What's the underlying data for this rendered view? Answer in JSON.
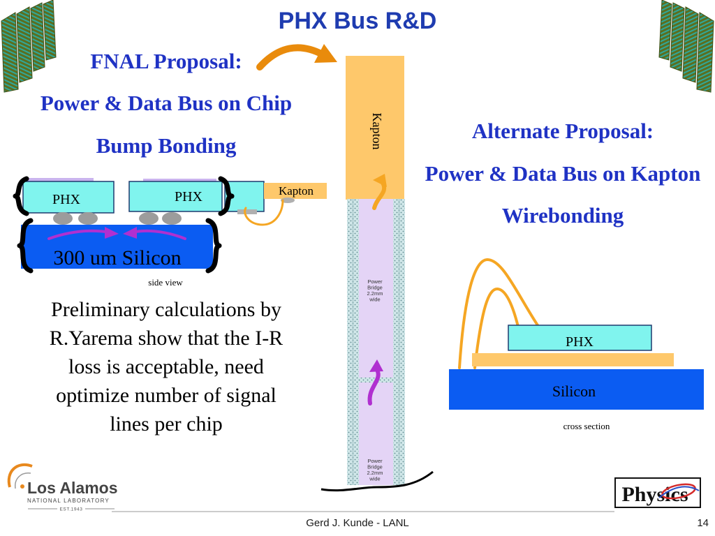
{
  "slide": {
    "title": "PHX Bus R&D",
    "footer_author": "Gerd J. Kunde - LANL",
    "page_number": "14"
  },
  "fnal_proposal": {
    "heading": "FNAL Proposal:",
    "line_1": "Power & Data Bus on Chip",
    "line_2": "Bump Bonding"
  },
  "side_view_diagram": {
    "chip_left_label": "PHX",
    "chip_right_label": "PHX",
    "kapton_label": "Kapton",
    "substrate_label": "300 um Silicon",
    "caption": "side view"
  },
  "notes": {
    "paragraph_lines": [
      "Preliminary calculations by",
      "R.Yarema show that the I-R",
      "loss is acceptable, need",
      "optimize number of signal",
      "lines per chip"
    ]
  },
  "bus_diagram": {
    "kapton_label": "Kapton",
    "bridge_label_upper": [
      "Power",
      "Bridge",
      "2.2mm",
      "wide"
    ],
    "bridge_label_lower": [
      "Power",
      "Bridge",
      "2.2mm",
      "wide"
    ]
  },
  "alternate_proposal": {
    "heading": "Alternate Proposal:",
    "line_1": "Power & Data Bus on Kapton",
    "line_2": "Wirebonding"
  },
  "cross_section_diagram": {
    "chip_label": "PHX",
    "substrate_label": "Silicon",
    "caption": "cross section"
  },
  "logos": {
    "lanl_name": "Los Alamos",
    "lanl_subtitle": "NATIONAL LABORATORY",
    "lanl_established": "EST.1943",
    "physics_text": "Physics"
  },
  "icons": {
    "fnal_arrow": "curved-arrow-icon",
    "kapton_arrow": "curved-arrow-icon",
    "bus_arrow": "curved-arrow-icon",
    "lanl_mark": "lanl-swoosh-icon",
    "physics_mark": "physics-swoosh-icon",
    "corner_art": "detector-graphic"
  },
  "colors": {
    "title_blue": "#1f3cb0",
    "heading_blue": "#1f32c4",
    "silicon_blue": "#0b5cf2",
    "chip_cyan": "#80f4ee",
    "kapton_orange": "#fec86b",
    "bus_lavender": "#e4d4f6",
    "wire_orange": "#f5a623",
    "arrow_purple": "#b030d0"
  }
}
